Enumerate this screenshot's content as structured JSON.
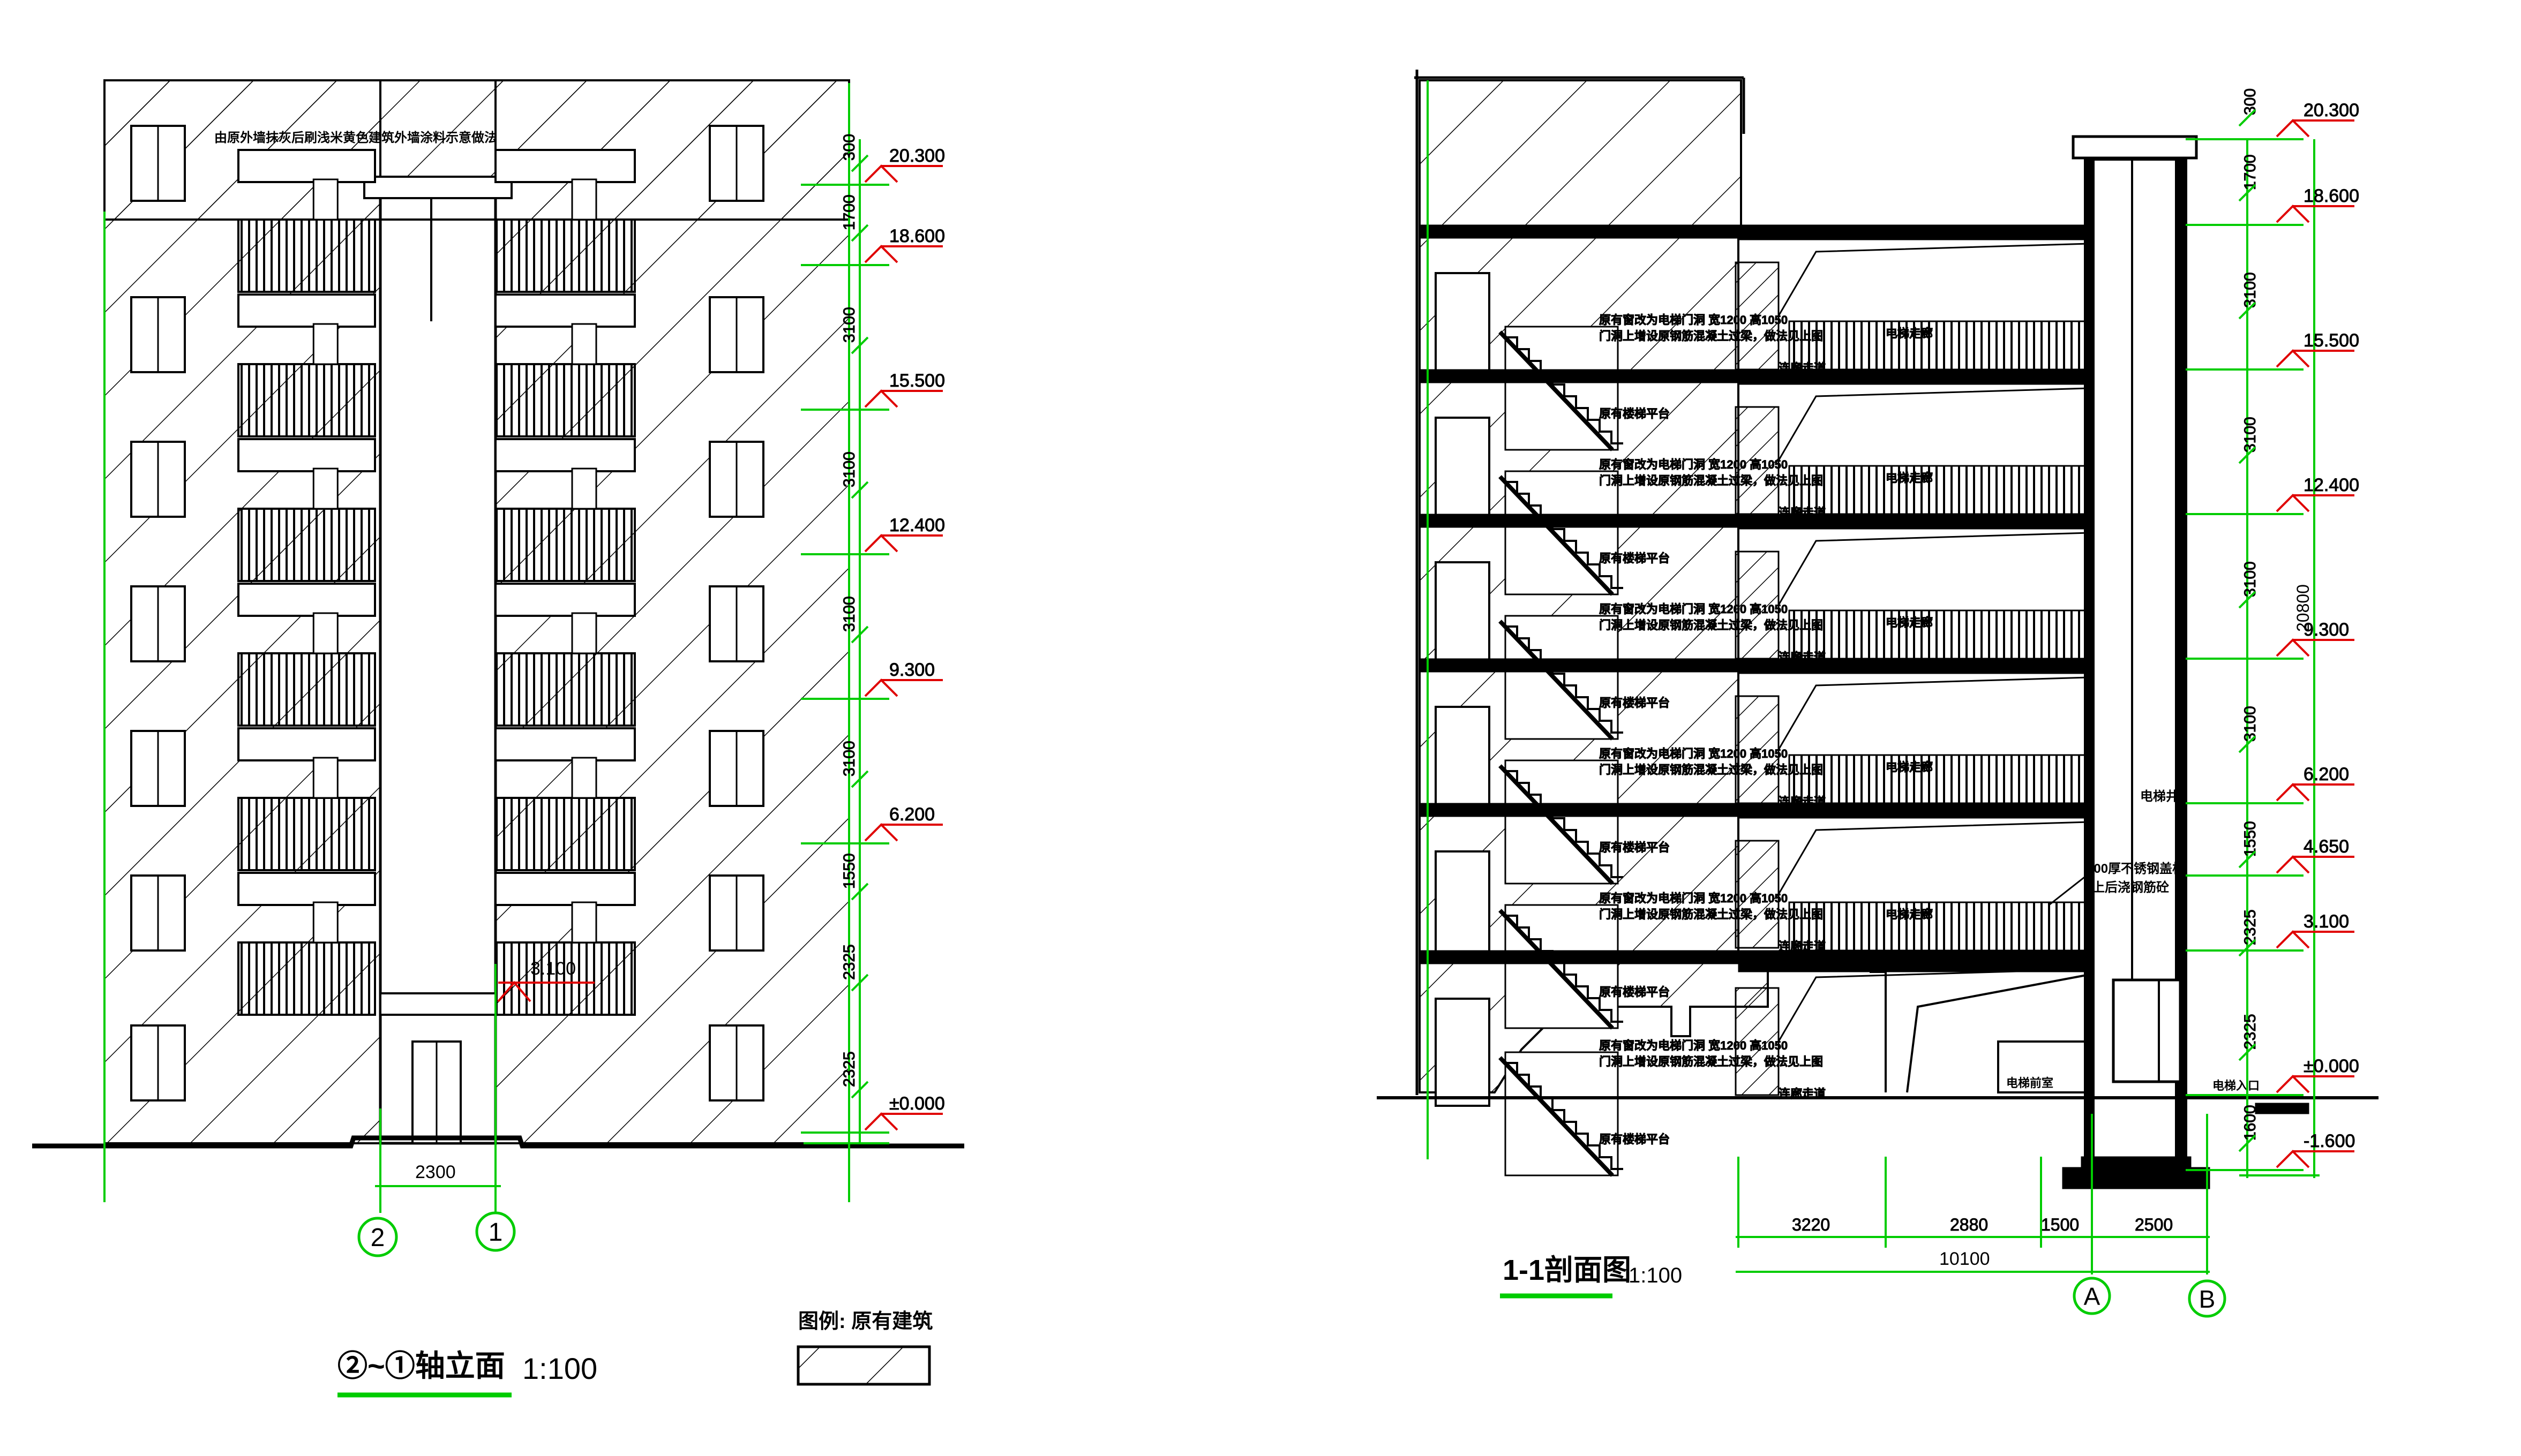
{
  "elevation_view": {
    "title": "②~①轴立面",
    "scale": "1:100",
    "top_note": "由原外墙抹灰后刷浅米黄色建筑外墙涂料示意做法",
    "legend_label": "图例: 原有建筑",
    "axis_left": "2",
    "axis_right": "1",
    "bay_dimension": "2300",
    "level_3100_note": "3.100",
    "levels": [
      "20.300",
      "18.600",
      "15.500",
      "12.400",
      "9.300",
      "6.200",
      "±0.000"
    ],
    "dims": [
      "300",
      "1700",
      "3100",
      "3100",
      "3100",
      "3100",
      "1550",
      "2325",
      "2325"
    ]
  },
  "section_view": {
    "title": "1-1剖面图",
    "scale": "1:100",
    "stair_note_line1": "原有窗改为电梯门洞 宽1200 高1050",
    "stair_note_line2": "门洞上增设原钢筋混凝土过梁，做法见上图",
    "landing_note": "原有楼梯平台",
    "corridor_note": "电梯走廊",
    "connector_note": "连廊走道",
    "shaft_label": "电梯井",
    "pit_note_line1": "100厚不锈钢盖板",
    "pit_note_line2": "上后浇钢筋砼",
    "elevator_entry": "电梯入口",
    "machine_room": "电梯前室",
    "axis_a": "A",
    "axis_b": "B",
    "total_height_dim": "20800",
    "levels": [
      "20.300",
      "18.600",
      "15.500",
      "12.400",
      "9.300",
      "6.200",
      "4.650",
      "3.100",
      "±0.000",
      "-1.600"
    ],
    "dims": [
      "300",
      "1700",
      "3100",
      "3100",
      "3100",
      "3100",
      "1550",
      "2325",
      "2325",
      "1600"
    ],
    "bottom_dims": [
      "3220",
      "2880",
      "1500",
      "2500"
    ],
    "bottom_total": "10100"
  },
  "colors": {
    "line": "#000000",
    "dim_green": "#00cc00",
    "level_red": "#e00000"
  }
}
